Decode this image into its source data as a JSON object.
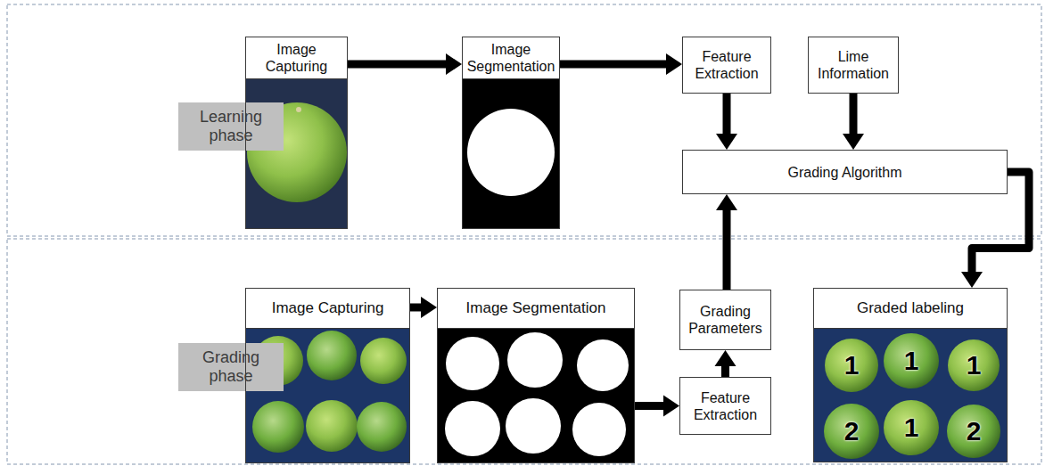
{
  "diagram": {
    "nodes": [
      {
        "text": [
          "Learning phase"
        ]
      },
      {
        "text": [
          "Image Capturing"
        ]
      },
      {
        "text": [
          "Image Segmentation"
        ]
      },
      {
        "text": [
          "Feature Extraction"
        ]
      },
      {
        "text": [
          "Lime Information"
        ]
      },
      {
        "text": [
          "Grading Algorithm"
        ]
      },
      {
        "text": [
          "Grading phase"
        ]
      },
      {
        "text": [
          "Image Capturing"
        ]
      },
      {
        "text": [
          "Image Segmentation"
        ]
      },
      {
        "text": [
          "Grading Parameters"
        ]
      },
      {
        "text": [
          "Feature Extraction"
        ]
      },
      {
        "text": [
          "Graded labeling"
        ]
      }
    ],
    "edges": [
      {
        "from": 1,
        "to": 2,
        "arrow": "to"
      },
      {
        "from": 2,
        "to": 3,
        "arrow": "to"
      },
      {
        "from": 3,
        "to": 5,
        "arrow": "to"
      },
      {
        "from": 4,
        "to": 5,
        "arrow": "to"
      },
      {
        "from": 5,
        "to": 11,
        "arrow": "to"
      },
      {
        "from": 7,
        "to": 8,
        "arrow": "to"
      },
      {
        "from": 8,
        "to": 10,
        "arrow": "to"
      },
      {
        "from": 10,
        "to": 9,
        "arrow": "to"
      },
      {
        "from": 9,
        "to": 5,
        "arrow": "to"
      }
    ],
    "labels": [
      "1",
      "1",
      "1",
      "2",
      "1",
      "2"
    ]
  }
}
